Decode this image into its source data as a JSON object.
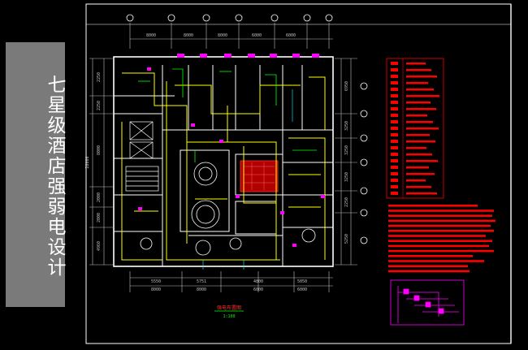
{
  "banner": {
    "title": "七星级酒店强弱电设计",
    "background": "#7a7a7a"
  },
  "drawing": {
    "top_dimensions": [
      "8000",
      "8000",
      "8000",
      "6000",
      "6000"
    ],
    "bottom_dimensions_row1": [
      "5550",
      "5751",
      "4800",
      "5050"
    ],
    "bottom_dimensions_row2": [
      "8000",
      "8000",
      "6000",
      "6000"
    ],
    "left_dimensions": [
      "2250",
      "2250",
      "8000",
      "2000",
      "2000",
      "4960"
    ],
    "left_overall": "28000",
    "right_dimensions": [
      "6950",
      "3250",
      "3250",
      "3250",
      "2250",
      "5250"
    ],
    "plan_caption": "强电布置图",
    "scale": "1:100",
    "colors": {
      "frame": "#ffffff",
      "walls": "#ffffff",
      "power": "#ffff00",
      "lighting": "#00ff00",
      "outlets": "#ff00ff",
      "legend": "#ff0000",
      "dimension": "#c0c0c0"
    }
  }
}
